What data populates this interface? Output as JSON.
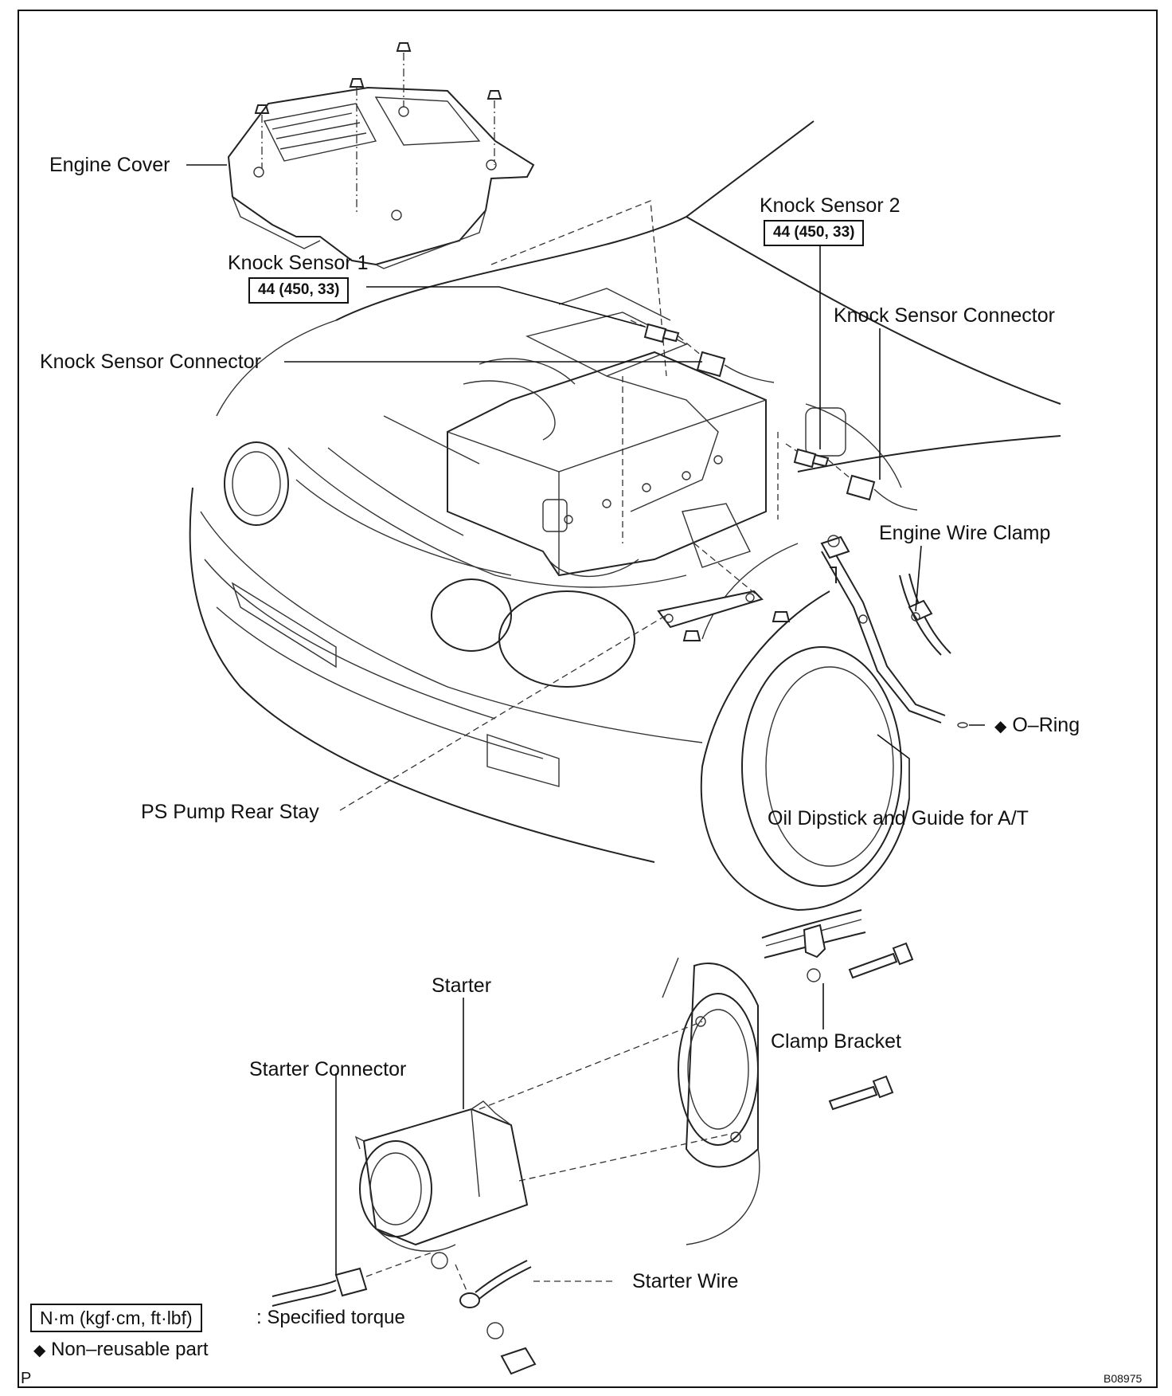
{
  "labels": {
    "engine_cover": "Engine Cover",
    "knock_sensor_1": "Knock Sensor 1",
    "knock_sensor_1_torque": "44 (450, 33)",
    "knock_sensor_2": "Knock Sensor 2",
    "knock_sensor_2_torque": "44 (450, 33)",
    "knock_sensor_connector_left": "Knock Sensor Connector",
    "knock_sensor_connector_right": "Knock Sensor Connector",
    "engine_wire_clamp": "Engine Wire Clamp",
    "o_ring": "O–Ring",
    "ps_pump_rear_stay": "PS Pump Rear Stay",
    "oil_dipstick": "Oil Dipstick and Guide for A/T",
    "starter": "Starter",
    "clamp_bracket": "Clamp Bracket",
    "starter_connector": "Starter Connector",
    "starter_wire": "Starter Wire"
  },
  "legend": {
    "torque_unit": "N·m (kgf·cm, ft·lbf)",
    "torque_text": ": Specified torque",
    "non_reusable_text": "Non–reusable part",
    "diamond_symbol": "◆"
  },
  "corner": {
    "left_mark": "P",
    "figure_code": "B08975"
  }
}
